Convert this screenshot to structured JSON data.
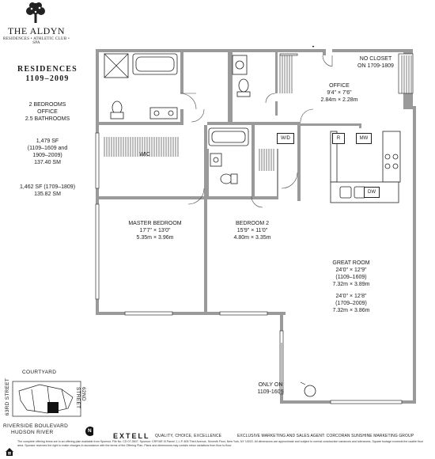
{
  "brand": {
    "name": "THE ALDYN",
    "tagline": "RESIDENCES • ATHLETIC CLUB • SPA"
  },
  "residence": {
    "heading": "RESIDENCES",
    "units": "1109–2009",
    "bedrooms": "2 BEDROOMS",
    "office": "OFFICE",
    "bathrooms": "2.5 BATHROOMS",
    "area_sf": "1,479 SF",
    "area_units_1": "(1109–1609 and",
    "area_units_2": "1909–2009)",
    "area_sm": "137.40 SM",
    "alt_area_sf": "1,462 SF (1709–1809)",
    "alt_area_sm": "135.82 SM"
  },
  "rooms": {
    "no_closet": "NO CLOSET",
    "no_closet_units": "ON 1709-1809",
    "office_name": "OFFICE",
    "office_ft": "9'4\" × 7'6\"",
    "office_m": "2.84m × 2.28m",
    "wic": "WIC",
    "wd": "W/D",
    "master_name": "MASTER BEDROOM",
    "master_ft": "17'7\" × 13'0\"",
    "master_m": "5.35m × 3.96m",
    "bed2_name": "BEDROOM 2",
    "bed2_ft": "15'9\" × 11'0\"",
    "bed2_m": "4.80m × 3.35m",
    "great_name": "GREAT ROOM",
    "great_ft1": "24'0\" × 12'9\"",
    "great_units1": "(1109–1609)",
    "great_m1": "7.32m × 3.89m",
    "great_ft2": "24'0\" × 12'8\"",
    "great_units2": "(1709–2009)",
    "great_m2": "7.32m × 3.86m",
    "only_on": "ONLY ON",
    "only_on_units": "1109-1609",
    "fridge": "R",
    "microwave": "MW",
    "dishwasher": "DW"
  },
  "keymap": {
    "courtyard": "COURTYARD",
    "street_left": "63RD STREET",
    "street_right": "62ND STREET",
    "boulevard": "RIVERSIDE BOULEVARD",
    "river": "HUDSON RIVER",
    "north": "N"
  },
  "footer": {
    "developer": "EXTELL",
    "developer_tagline": "QUALITY, CHOICE, EXCELLENCE",
    "agent": "EXCLUSIVE MARKETING AND SALES AGENT: CORCORAN SUNSHINE MARKETING GROUP",
    "disclaimer": "The complete offering terms are in an offering plan available from Sponsor. File No. CD 07-0507. Sponsor: CRP/AR III Parcel J, L.P. 805 Third Avenue, Seventh Floor, New York, NY 10022. All dimensions are approximate and subject to normal construction variances and tolerances. Square footage exceeds the usable floor area. Sponsor reserves the right to make changes in accordance with the terms of the Offering Plan. Plans and dimensions may contain minor variations from floor to floor."
  }
}
